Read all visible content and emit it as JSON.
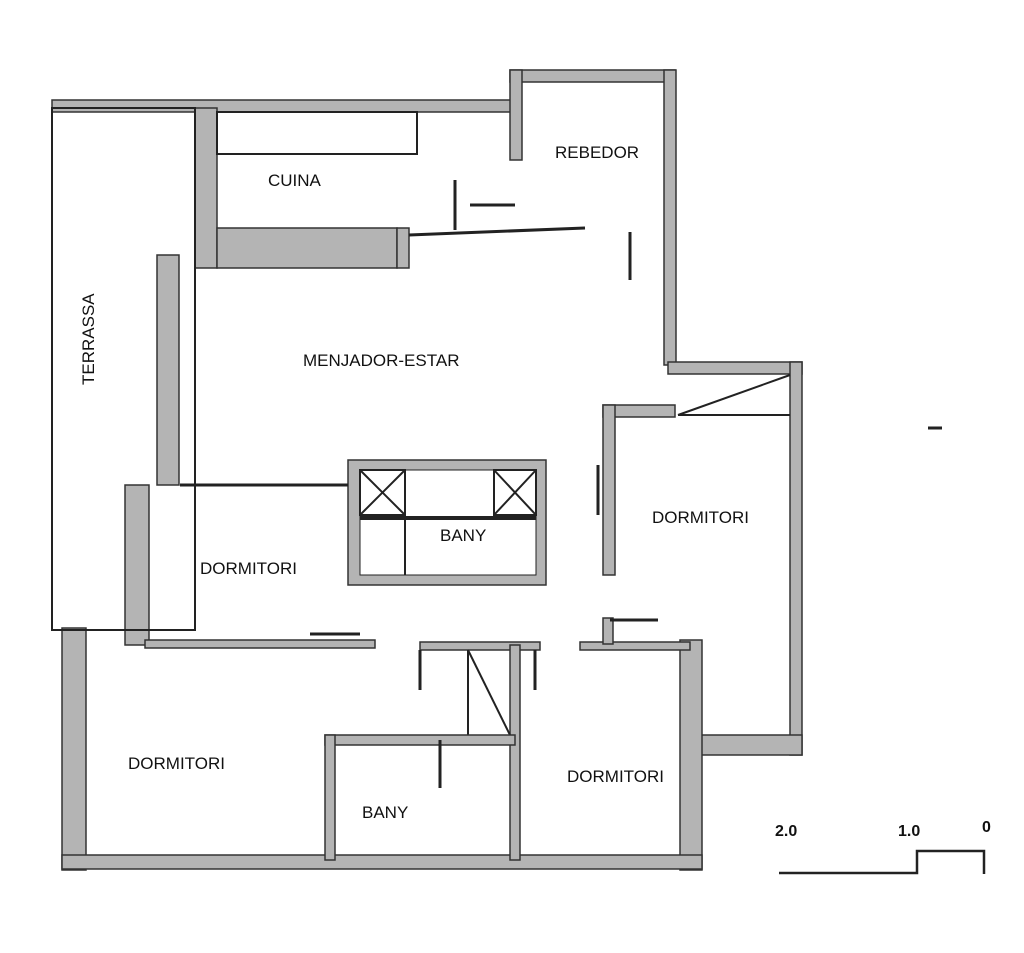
{
  "rooms": {
    "cuina": "CUINA",
    "rebedor": "REBEDOR",
    "terrassa": "TERRASSA",
    "menjador": "MENJADOR-ESTAR",
    "bany_central": "BANY",
    "dormitori_right": "DORMITORI",
    "dormitori_left": "DORMITORI",
    "dormitori_bottom_left": "DORMITORI",
    "bany_bottom": "BANY",
    "dormitori_bottom_right": "DORMITORI"
  },
  "scale": {
    "left": "2.0",
    "middle": "1.0",
    "right": "0"
  }
}
